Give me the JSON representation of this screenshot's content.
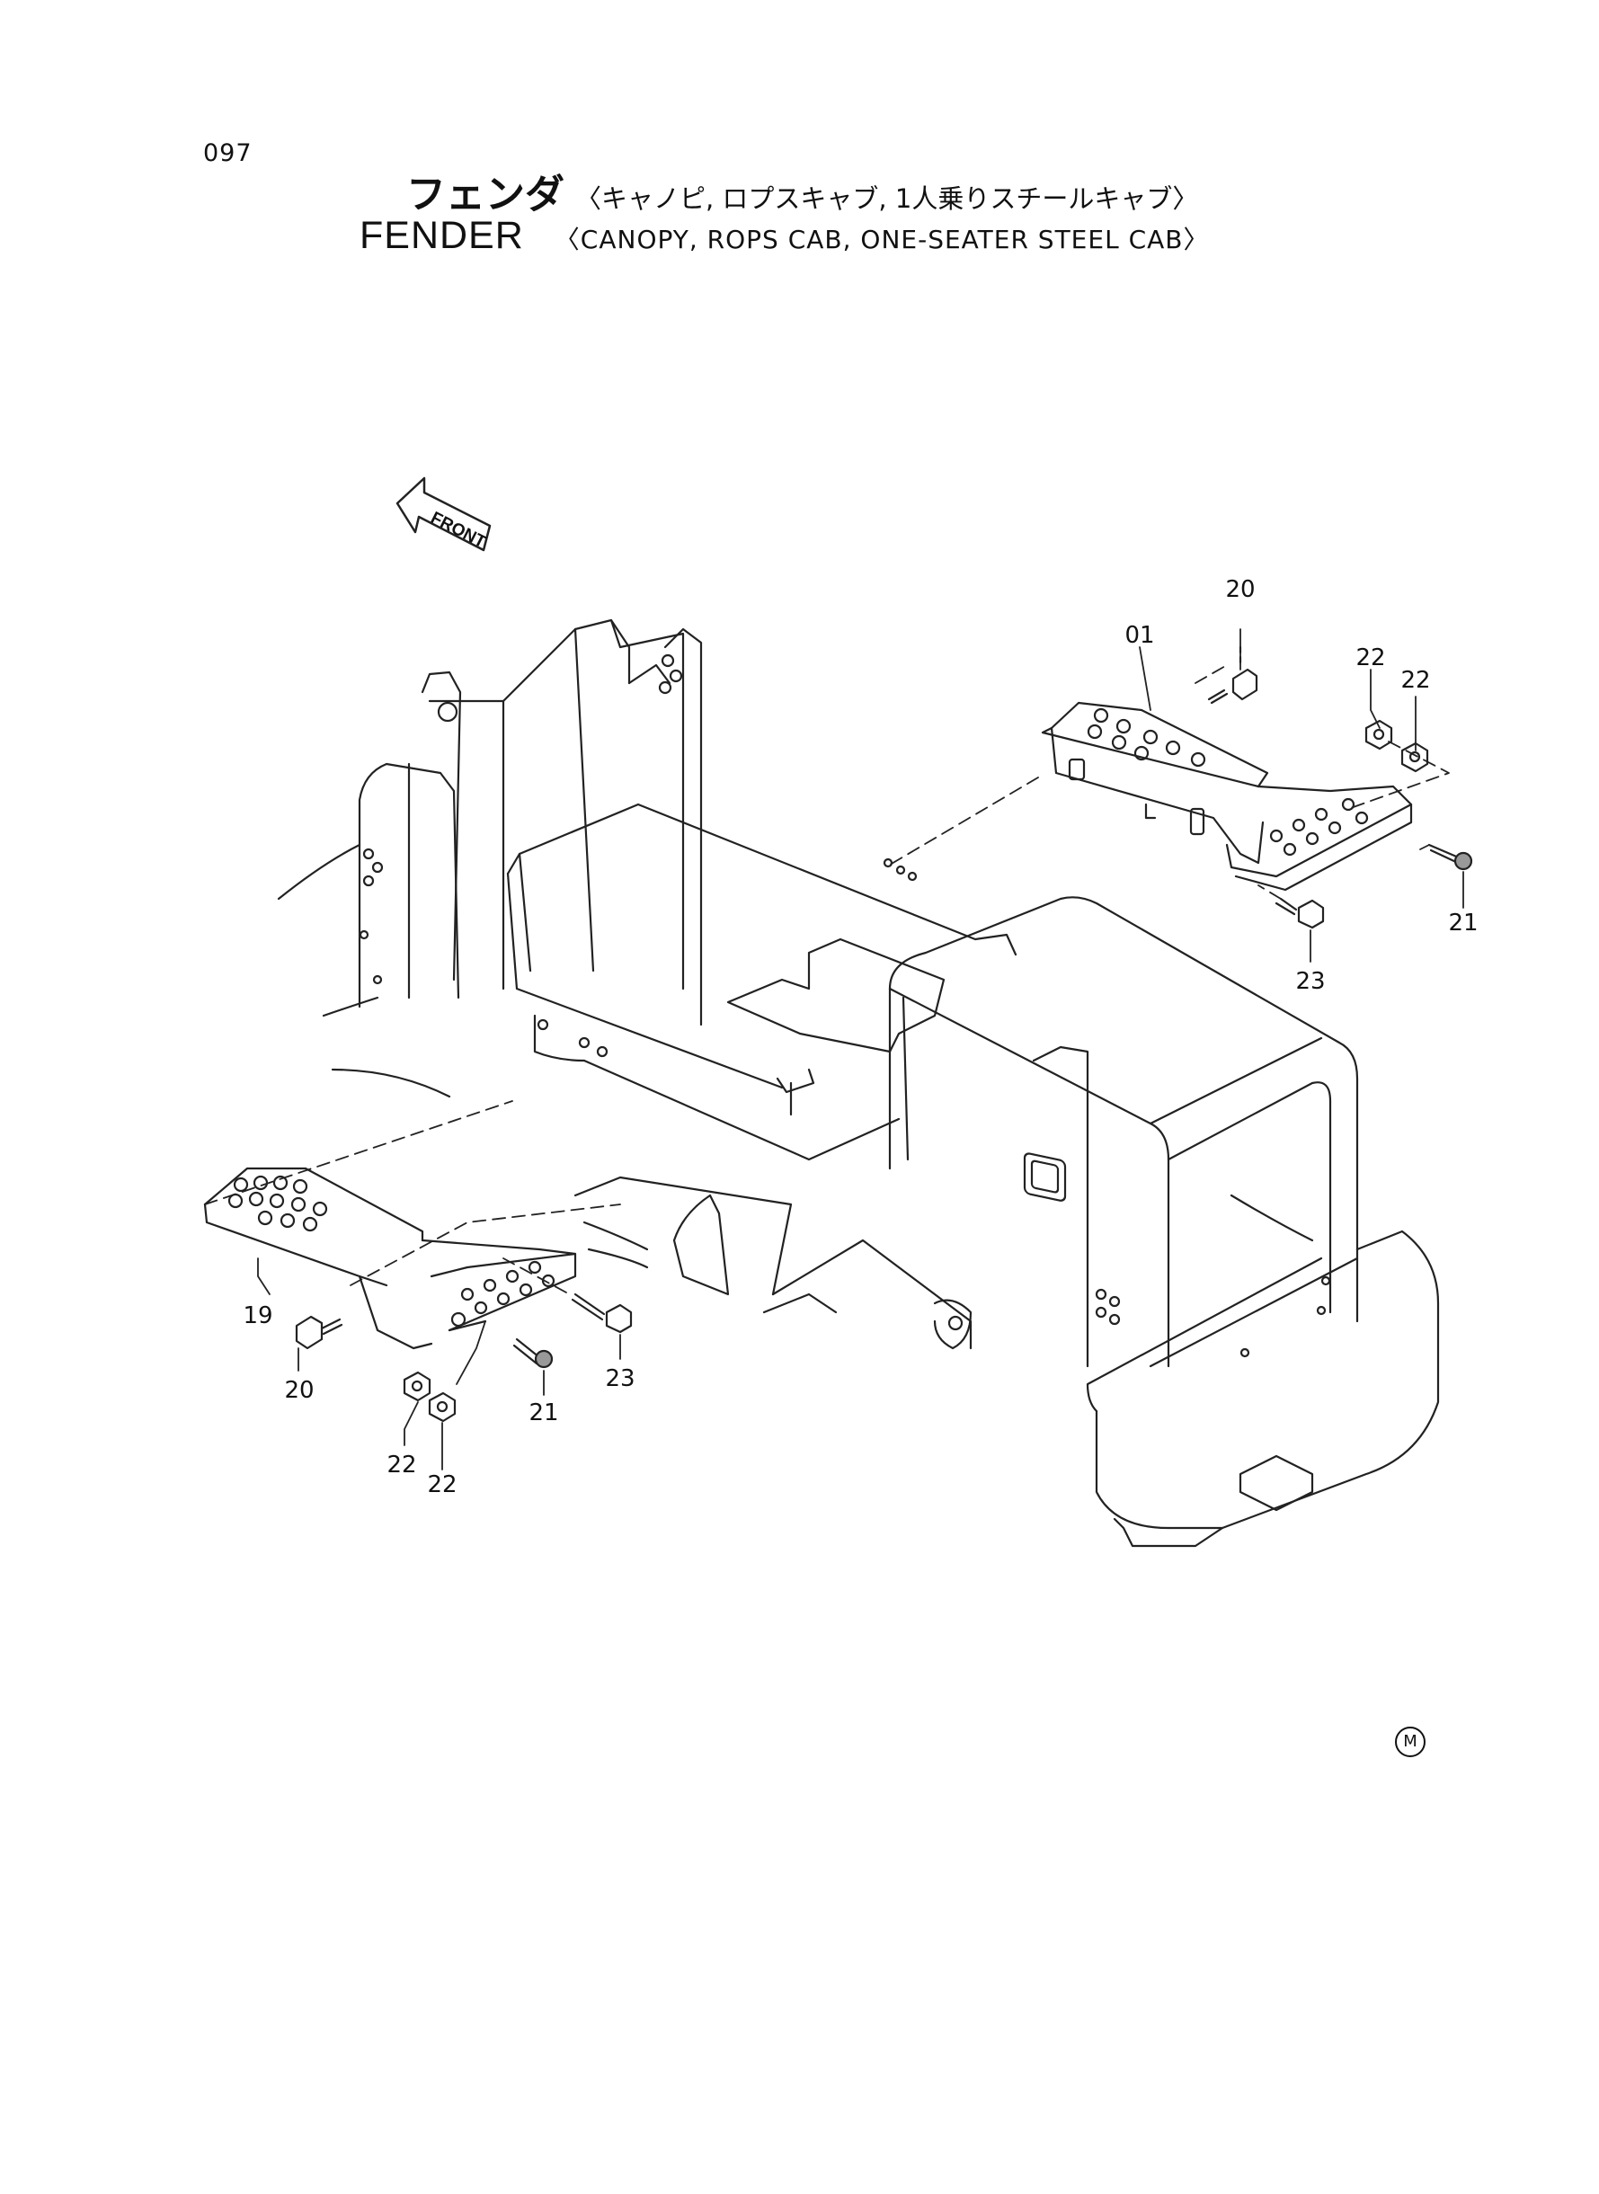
{
  "page": {
    "number": "097",
    "mark": "M"
  },
  "title": {
    "jp_main": "フェンダ",
    "jp_sub": "〈キャノピ, ロプスキャブ, 1人乗りスチールキャブ〉",
    "en_main": "FENDER",
    "en_sub": "〈CANOPY, ROPS CAB, ONE-SEATER STEEL CAB〉"
  },
  "diagram": {
    "front_label": "FRONT",
    "callouts": [
      {
        "id": "c-01",
        "label": "01"
      },
      {
        "id": "c-19",
        "label": "19"
      },
      {
        "id": "c-20a",
        "label": "20"
      },
      {
        "id": "c-20b",
        "label": "20"
      },
      {
        "id": "c-21a",
        "label": "21"
      },
      {
        "id": "c-21b",
        "label": "21"
      },
      {
        "id": "c-22a",
        "label": "22"
      },
      {
        "id": "c-22b",
        "label": "22"
      },
      {
        "id": "c-22c",
        "label": "22"
      },
      {
        "id": "c-22d",
        "label": "22"
      },
      {
        "id": "c-23a",
        "label": "23"
      },
      {
        "id": "c-23b",
        "label": "23"
      }
    ]
  }
}
